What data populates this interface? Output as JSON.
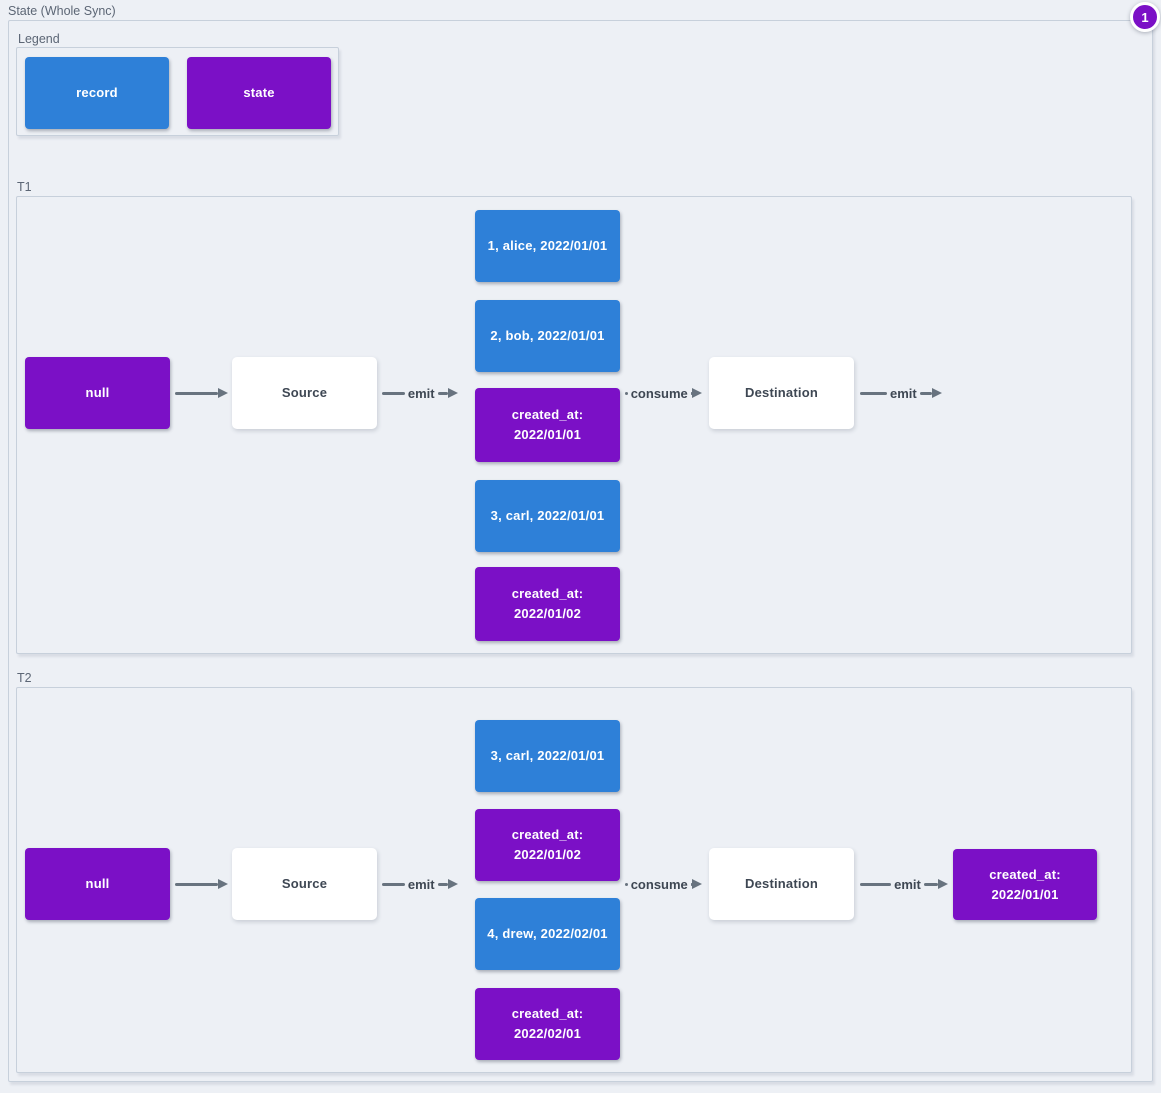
{
  "diagram": {
    "title": "State (Whole Sync)",
    "badge": "1"
  },
  "colors": {
    "record": "#2e80d8",
    "state": "#7b10c6",
    "background": "#edf0f5",
    "container_border": "#c7d0db",
    "arrow": "#68737f"
  },
  "legend": {
    "label": "Legend",
    "items": [
      {
        "type": "record",
        "label": "record"
      },
      {
        "type": "state",
        "label": "state"
      }
    ]
  },
  "arrow_labels": {
    "emit": "emit",
    "consume": "consume"
  },
  "sections": [
    {
      "label": "T1",
      "null_label": "null",
      "source_label": "Source",
      "destination_label": "Destination",
      "stack": [
        {
          "type": "record",
          "label": "1, alice, 2022/01/01"
        },
        {
          "type": "record",
          "label": "2, bob, 2022/01/01"
        },
        {
          "type": "state",
          "line1": "created_at:",
          "line2": "2022/01/01"
        },
        {
          "type": "record",
          "label": "3, carl, 2022/01/01"
        },
        {
          "type": "state",
          "line1": "created_at:",
          "line2": "2022/01/02"
        }
      ]
    },
    {
      "label": "T2",
      "null_label": "null",
      "source_label": "Source",
      "destination_label": "Destination",
      "stack": [
        {
          "type": "record",
          "label": "3, carl, 2022/01/01"
        },
        {
          "type": "state",
          "line1": "created_at:",
          "line2": "2022/01/02"
        },
        {
          "type": "record",
          "label": "4, drew, 2022/02/01"
        },
        {
          "type": "state",
          "line1": "created_at:",
          "line2": "2022/02/01"
        }
      ],
      "output_state": {
        "type": "state",
        "line1": "created_at:",
        "line2": "2022/01/01"
      }
    }
  ]
}
